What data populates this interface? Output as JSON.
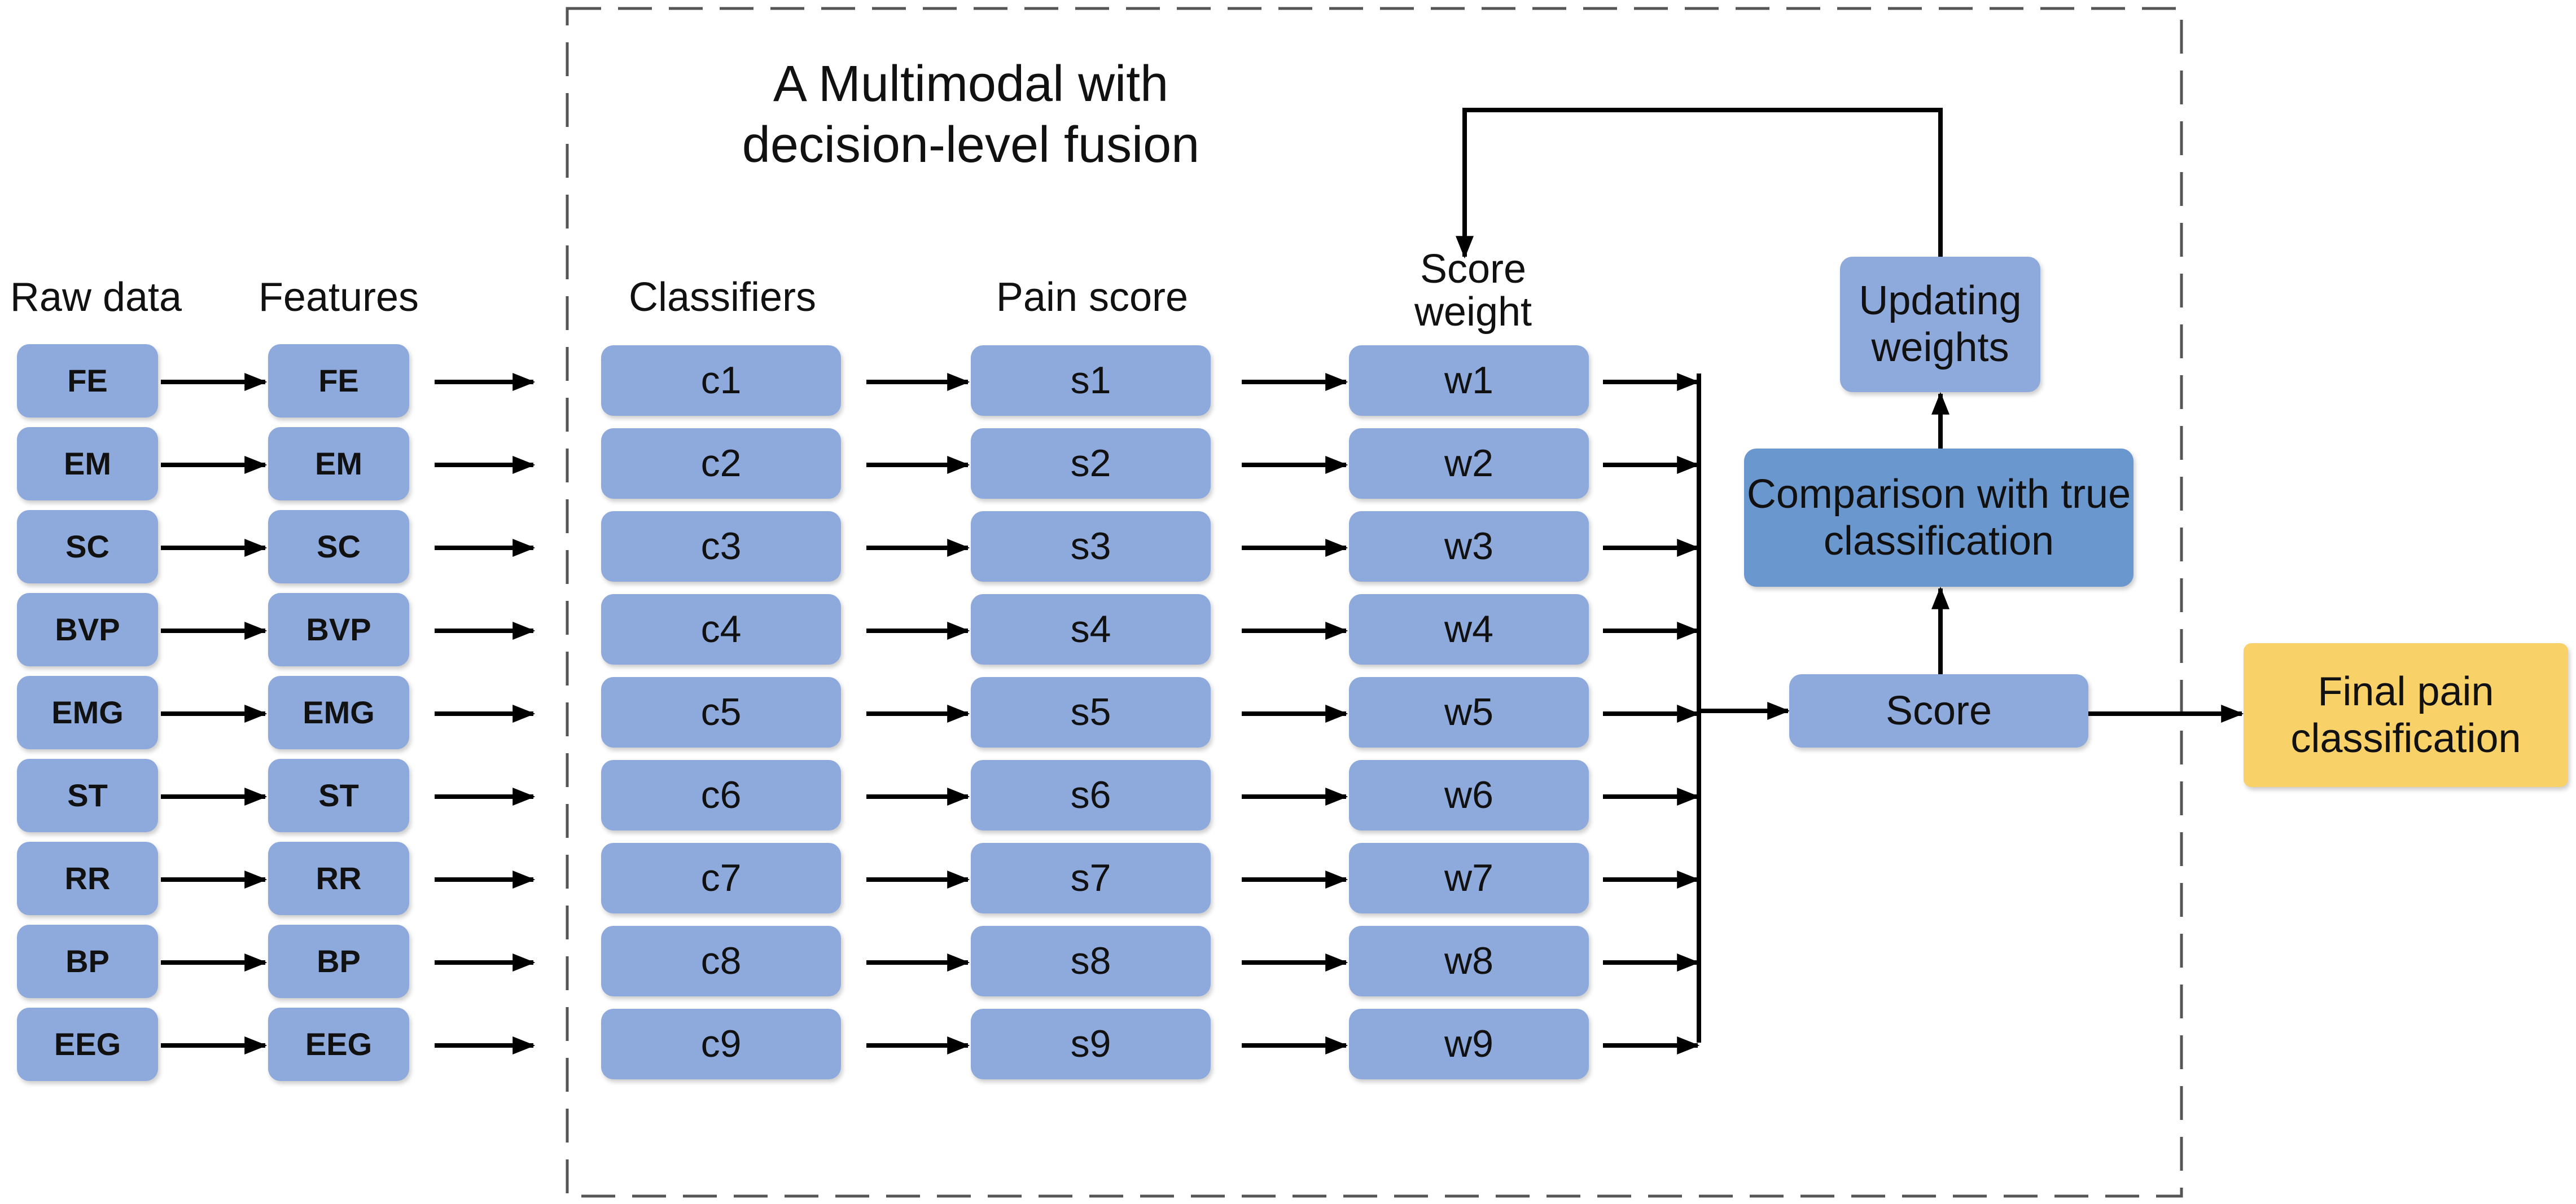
{
  "title": "A Multimodal with decision-level fusion",
  "headers": {
    "raw_data": "Raw data",
    "features": "Features",
    "classifiers": "Classifiers",
    "pain_score": "Pain score",
    "score_weight": "Score weight"
  },
  "raw_data": [
    "FE",
    "EM",
    "SC",
    "BVP",
    "EMG",
    "ST",
    "RR",
    "BP",
    "EEG"
  ],
  "features": [
    "FE",
    "EM",
    "SC",
    "BVP",
    "EMG",
    "ST",
    "RR",
    "BP",
    "EEG"
  ],
  "classifiers": [
    "c1",
    "c2",
    "c3",
    "c4",
    "c5",
    "c6",
    "c7",
    "c8",
    "c9"
  ],
  "pain_scores": [
    "s1",
    "s2",
    "s3",
    "s4",
    "s5",
    "s6",
    "s7",
    "s8",
    "s9"
  ],
  "score_weights": [
    "w1",
    "w2",
    "w3",
    "w4",
    "w5",
    "w6",
    "w7",
    "w8",
    "w9"
  ],
  "score": "Score",
  "comparison": "Comparison with true classification",
  "updating_weights": "Updating weights",
  "final": "Final pain classification",
  "colors": {
    "box": "#8ea9dc",
    "comparison_box": "#6b97cf",
    "final_box": "#f9d169",
    "line": "#000000"
  }
}
